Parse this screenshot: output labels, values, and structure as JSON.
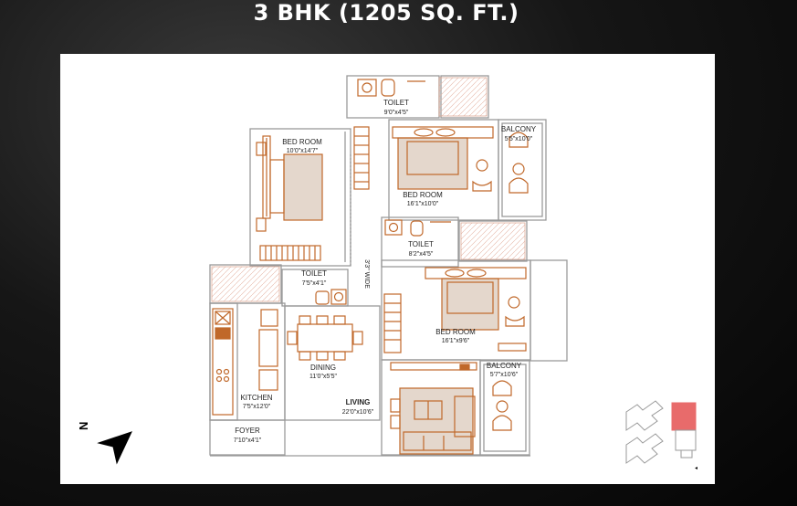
{
  "title": "3 BHK (1205 SQ. FT.)",
  "colors": {
    "furniture": "#c0682a",
    "walls": "#9a9a9a",
    "highlight": "#e86b6b",
    "furniture_fill": "#e4d7cc"
  },
  "rooms": [
    {
      "id": "toilet-1",
      "name": "TOILET",
      "dim": "9'0\"x4'5\""
    },
    {
      "id": "bedroom-1",
      "name": "BED ROOM",
      "dim": "10'0\"x14'7\""
    },
    {
      "id": "balcony-1",
      "name": "BALCONY",
      "dim": "5'5\"x10'0\""
    },
    {
      "id": "bedroom-2",
      "name": "BED ROOM",
      "dim": "16'1\"x10'0\""
    },
    {
      "id": "toilet-2",
      "name": "TOILET",
      "dim": "8'2\"x4'5\""
    },
    {
      "id": "toilet-3",
      "name": "TOILET",
      "dim": "7'5\"x4'1\""
    },
    {
      "id": "bedroom-3",
      "name": "BED ROOM",
      "dim": "16'1\"x9'6\""
    },
    {
      "id": "dining",
      "name": "DINING",
      "dim": "11'0\"x5'5\""
    },
    {
      "id": "balcony-2",
      "name": "BALCONY",
      "dim": "5'7\"x10'6\""
    },
    {
      "id": "kitchen",
      "name": "KITCHEN",
      "dim": "7'5\"x12'0\""
    },
    {
      "id": "living",
      "name": "LIVING",
      "dim": "22'0\"x10'6\""
    },
    {
      "id": "foyer",
      "name": "FOYER",
      "dim": "7'10\"x4'1\""
    }
  ],
  "passage_label": "3'3\" WIDE",
  "north_label": "N",
  "key_plan_marker": "◂"
}
